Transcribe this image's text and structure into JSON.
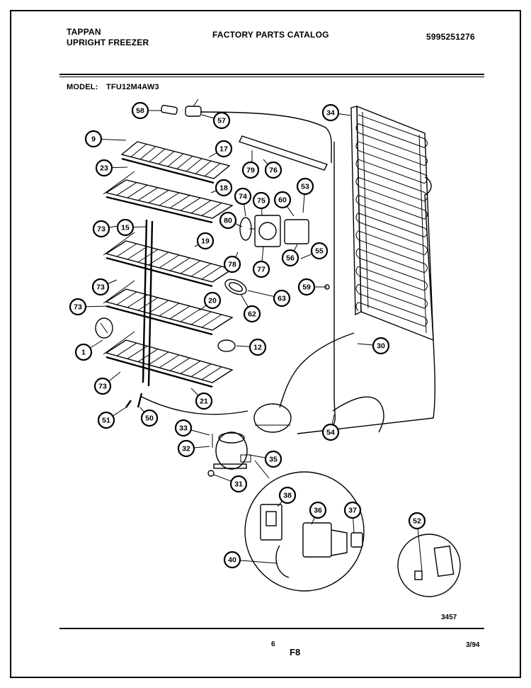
{
  "header": {
    "brand": "TAPPAN",
    "product": "UPRIGHT FREEZER",
    "catalog_title": "FACTORY PARTS CATALOG",
    "catalog_number": "5995251276",
    "model_label": "MODEL:",
    "model_number": "TFU12M4AW3"
  },
  "footer": {
    "drawing_number": "3457",
    "page_number": "6",
    "figure": "F8",
    "date": "3/94"
  },
  "callouts": [
    "58",
    "57",
    "34",
    "9",
    "17",
    "23",
    "79",
    "76",
    "18",
    "74",
    "75",
    "60",
    "53",
    "73",
    "15",
    "80",
    "19",
    "78",
    "77",
    "56",
    "55",
    "73",
    "59",
    "63",
    "73",
    "20",
    "62",
    "1",
    "12",
    "30",
    "73",
    "21",
    "51",
    "50",
    "33",
    "32",
    "35",
    "31",
    "54",
    "36",
    "38",
    "37",
    "40",
    "52"
  ]
}
